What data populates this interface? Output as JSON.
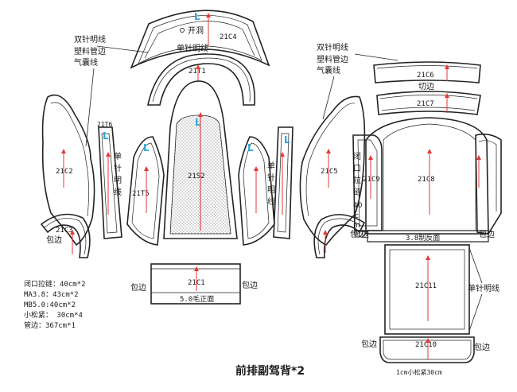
{
  "title": "前排副驾背*2",
  "colors": {
    "grain": "#e53935",
    "l_mark": "#26a9e0",
    "line": "#222222"
  },
  "pieces": {
    "c4": "21C4",
    "t1": "21T1",
    "s2": "21S2",
    "t6": "21T6",
    "t5": "21T5",
    "c2": "21C2",
    "c3": "21C3",
    "c1": "21C1",
    "c5": "21C5",
    "c6": "21C6",
    "c7": "21C7",
    "c8": "21C8",
    "c9": "21C9",
    "c11": "21C11",
    "c10": "21C10"
  },
  "labels": {
    "l_mark": "L",
    "open_hole": "开洞",
    "single_stitch": "单针明线",
    "double_stitch": "双针明线",
    "plastic_piping": "塑料管边",
    "airbag_line": "气囊线",
    "binding": "包边",
    "cut_edge": "切边",
    "zipper_vertical": [
      "闭",
      "口",
      "拉",
      "链",
      "40",
      "c",
      "m"
    ],
    "single_stitch_vertical": [
      "单",
      "针",
      "明",
      "线"
    ],
    "c8_bottom": "3.8制反面",
    "c1_bottom": "5.0毛正面",
    "c10_bottom": "1cm小松紧30cm"
  },
  "notes": [
    "闭口拉链：40cm*2",
    "MA3.8：43cm*2",
    "MB5.0:40cm*2",
    "小松紧： 30cm*4",
    "管边：367cm*1"
  ]
}
